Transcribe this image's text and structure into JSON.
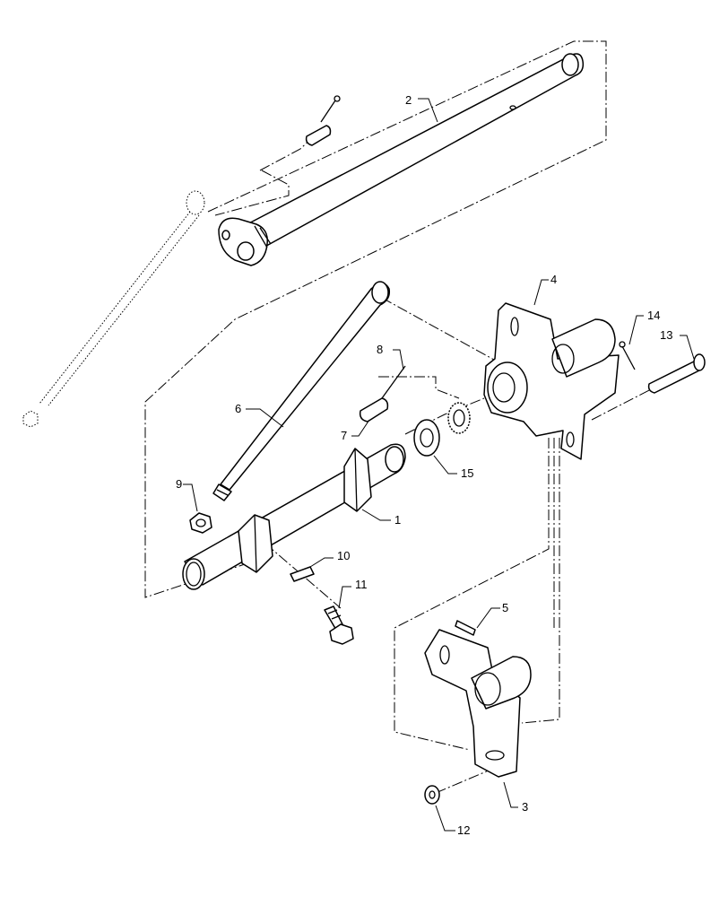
{
  "diagram": {
    "callouts": [
      {
        "id": "c1",
        "label": "1"
      },
      {
        "id": "c2",
        "label": "2"
      },
      {
        "id": "c3",
        "label": "3"
      },
      {
        "id": "c4",
        "label": "4"
      },
      {
        "id": "c5",
        "label": "5"
      },
      {
        "id": "c6",
        "label": "6"
      },
      {
        "id": "c7",
        "label": "7"
      },
      {
        "id": "c8",
        "label": "8"
      },
      {
        "id": "c9",
        "label": "9"
      },
      {
        "id": "c10",
        "label": "10"
      },
      {
        "id": "c11",
        "label": "11"
      },
      {
        "id": "c12",
        "label": "12"
      },
      {
        "id": "c13",
        "label": "13"
      },
      {
        "id": "c14",
        "label": "14"
      },
      {
        "id": "c15",
        "label": "15"
      }
    ],
    "line_color": "#000000",
    "background": "#ffffff"
  }
}
